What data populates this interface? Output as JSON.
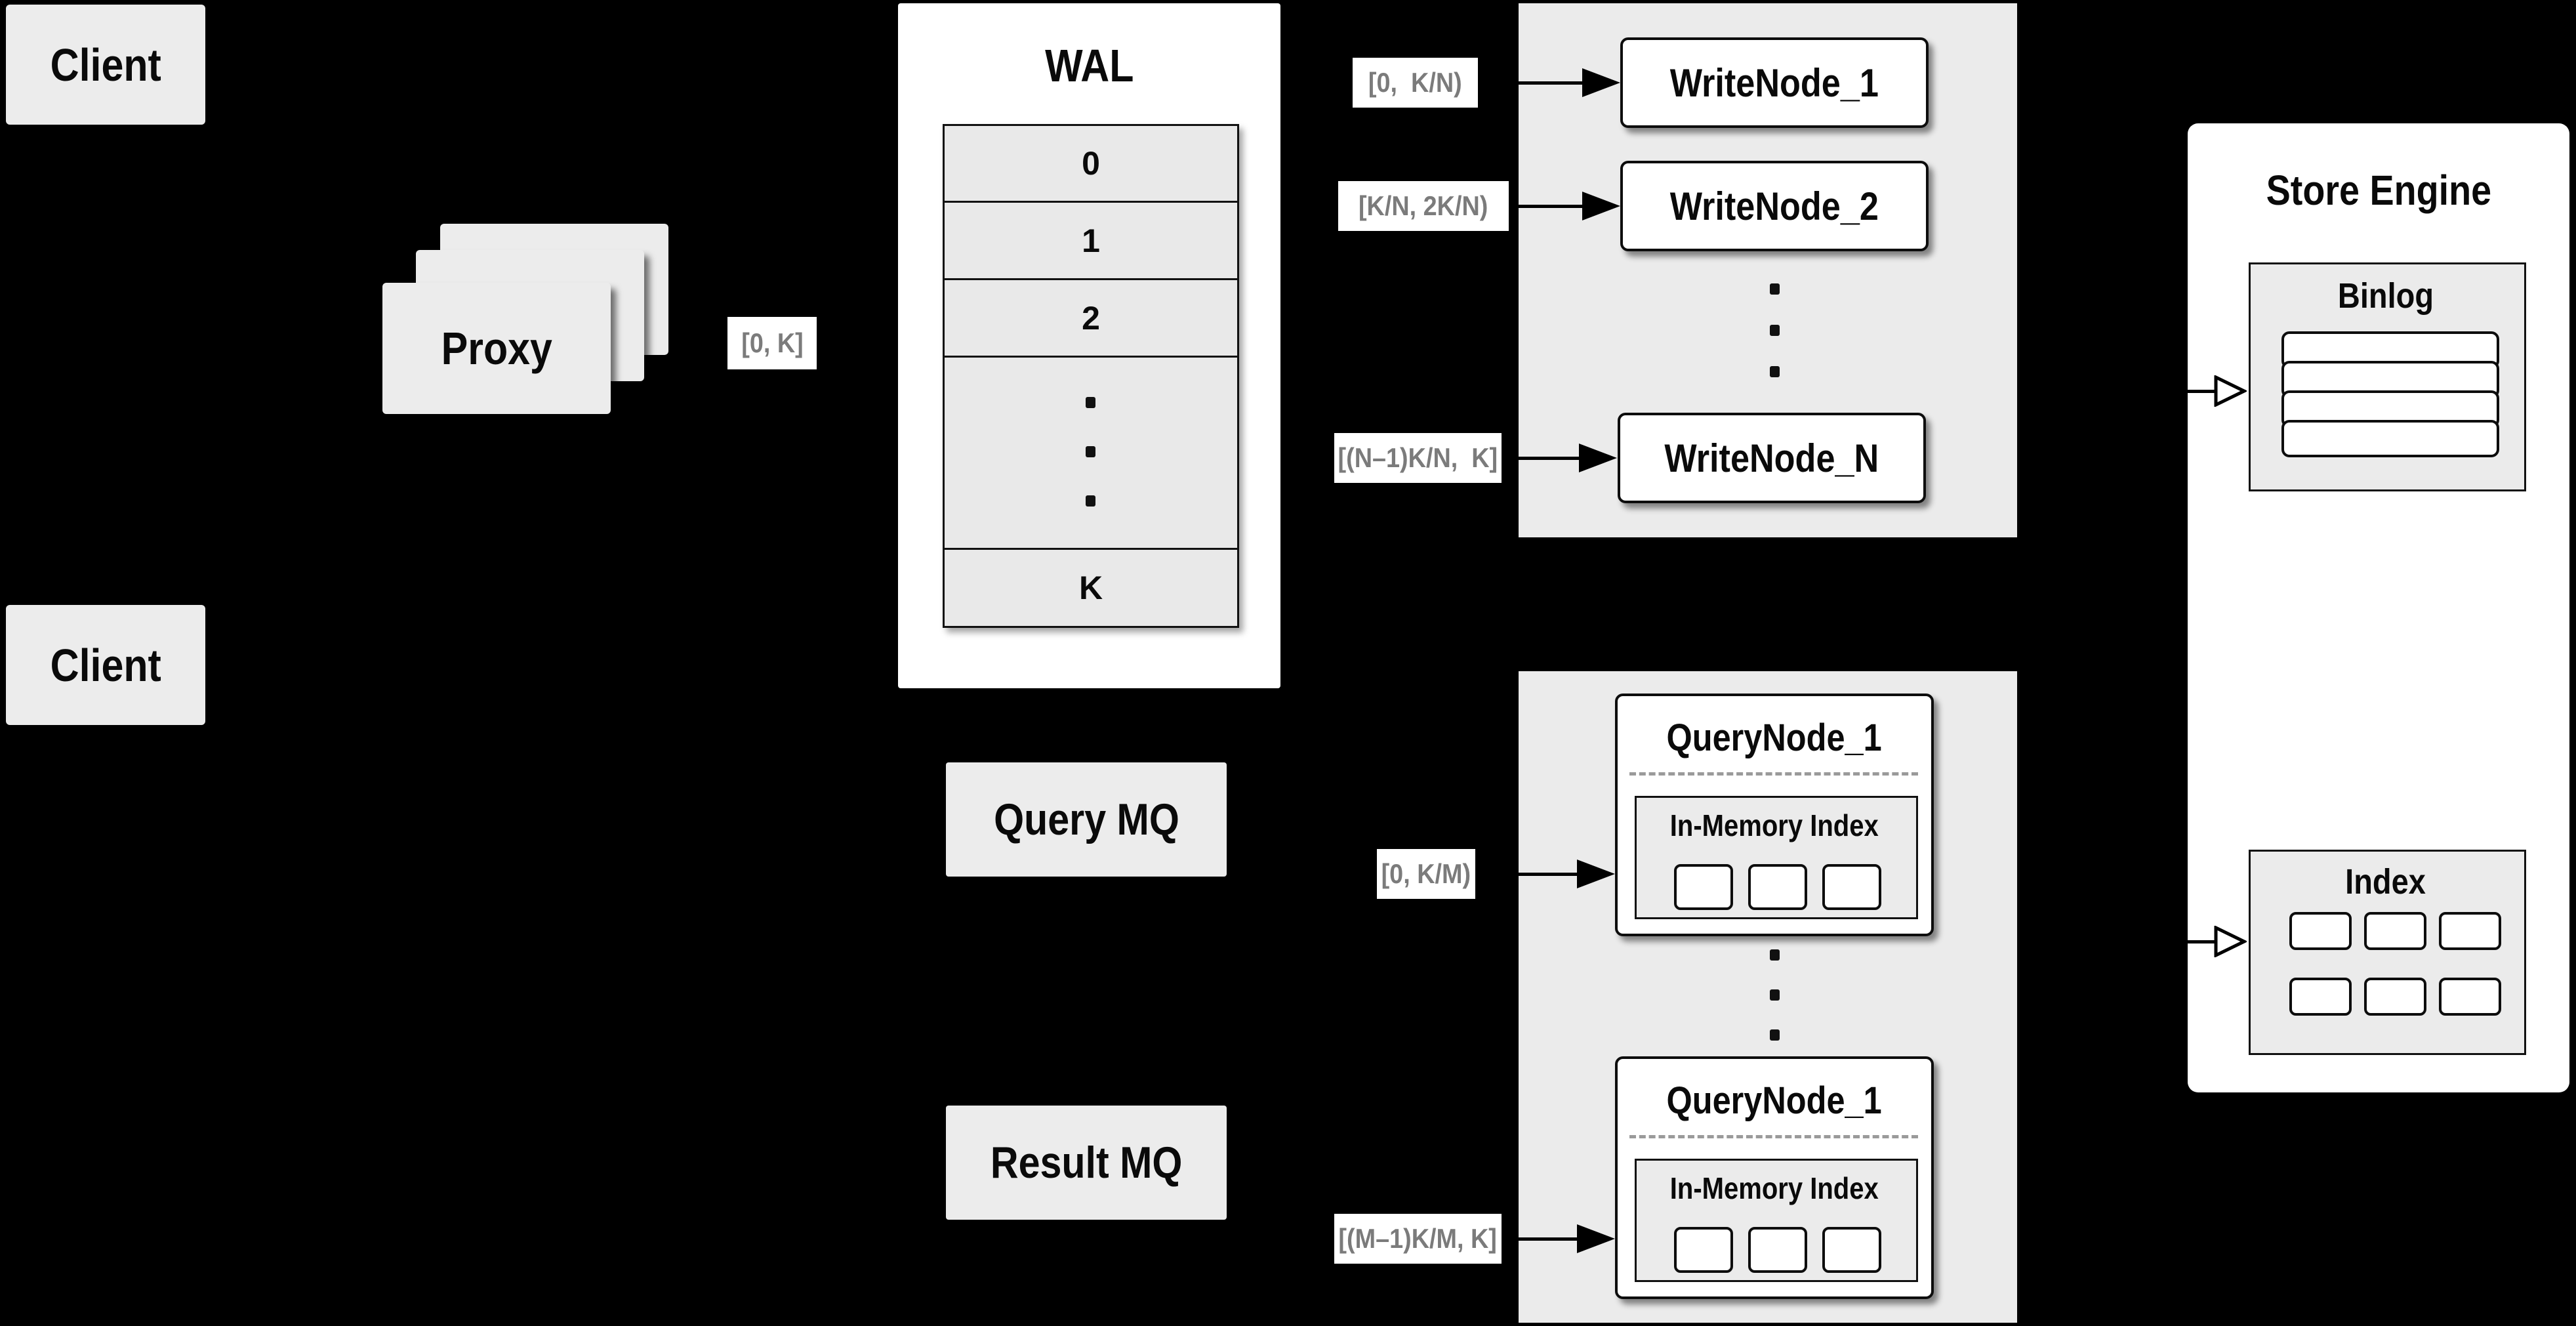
{
  "colors": {
    "background": "#000000",
    "panel_gray": "#ebebeb",
    "box_gray": "#ececec",
    "box_white": "#ffffff",
    "range_label_text": "#7b7b7b",
    "line_black": "#000000",
    "dashed_divider": "#9a9a9a"
  },
  "clients": {
    "top": "Client",
    "bottom": "Client"
  },
  "proxy": {
    "label": "Proxy",
    "range_out": "[0, K]"
  },
  "wal": {
    "title": "WAL",
    "rows": [
      "0",
      "1",
      "2"
    ],
    "last_row": "K"
  },
  "write_pool": {
    "ranges": [
      "[0,  K/N)",
      "[K/N, 2K/N)",
      "[(N–1)K/N,  K]"
    ],
    "nodes": [
      "WriteNode_1",
      "WriteNode_2",
      "WriteNode_N"
    ]
  },
  "mq": {
    "query": "Query MQ",
    "result": "Result MQ"
  },
  "query_pool": {
    "ranges": [
      "[0, K/M)",
      "[(M–1)K/M, K]"
    ],
    "nodes": [
      {
        "title": "QueryNode_1",
        "index_label": "In-Memory Index"
      },
      {
        "title": "QueryNode_1",
        "index_label": "In-Memory Index"
      }
    ]
  },
  "store_engine": {
    "title": "Store Engine",
    "binlog_label": "Binlog",
    "index_label": "Index"
  }
}
